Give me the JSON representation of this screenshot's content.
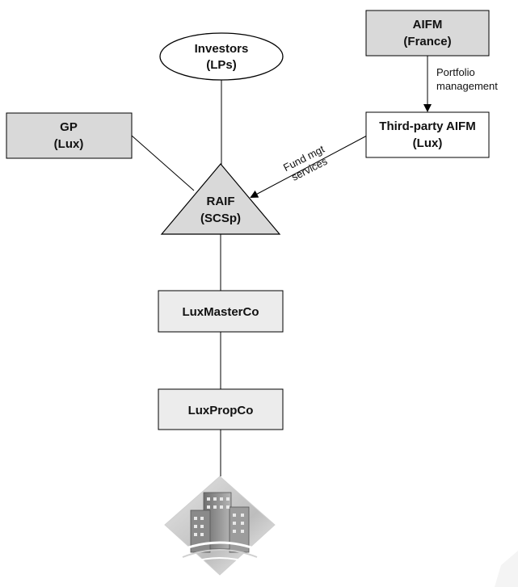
{
  "diagram": {
    "nodes": {
      "investors": {
        "line1": "Investors",
        "line2": "(LPs)"
      },
      "gp": {
        "line1": "GP",
        "line2": "(Lux)"
      },
      "aifm_france": {
        "line1": "AIFM",
        "line2": "(France)"
      },
      "third_party_aifm": {
        "line1": "Third-party AIFM",
        "line2": "(Lux)"
      },
      "raif": {
        "line1": "RAIF",
        "line2": "(SCSp)"
      },
      "luxmasterco": {
        "label": "LuxMasterCo"
      },
      "luxpropco": {
        "label": "LuxPropCo"
      },
      "property": {
        "icon": "buildings-icon"
      }
    },
    "edges": {
      "portfolio_management": {
        "line1": "Portfolio",
        "line2": "management"
      },
      "fund_mgt_services": {
        "line1": "Fund mgt",
        "line2": "services"
      }
    },
    "colors": {
      "shaded_box": "#d9d9d9",
      "white_box": "#ffffff",
      "stroke": "#000000"
    }
  }
}
